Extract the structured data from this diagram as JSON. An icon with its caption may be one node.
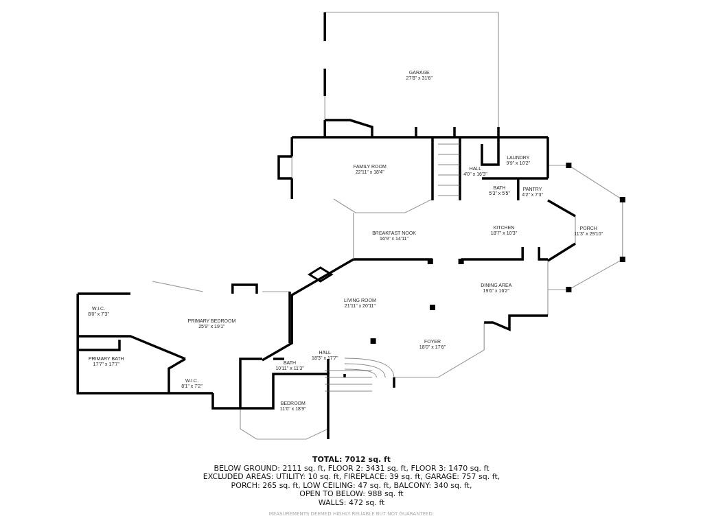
{
  "diagram": {
    "labels": [
      "GARAGE",
      "27'8\" x 31'6\"",
      "FAMILY ROOM",
      "22'11\" x 18'4\"",
      "HALL",
      "4'0\" x 16'3\"",
      "LAUNDRY",
      "9'9\" x 10'2\"",
      "BATH",
      "5'3\" x 5'5\"",
      "PANTRY",
      "4'2\" x 7'3\"",
      "PORCH",
      "11'3\" x 29'10\"",
      "BREAKFAST NOOK",
      "16'9\" x 14'11\"",
      "KITCHEN",
      "18'7\" x 10'3\"",
      "DINING AREA",
      "19'6\" x 16'2\"",
      "LIVING ROOM",
      "21'11\" x 20'11\"",
      "W.I.C.",
      "8'0\" x 7'3\"",
      "PRIMARY BEDROOM",
      "25'9\" x 19'1\"",
      "FOYER",
      "18'0\" x 17'6\"",
      "HALL",
      "18'3\" x 17'7\"",
      "PRIMARY BATH",
      "17'7\" x 17'7\"",
      "BATH",
      "10'11\" x 11'3\"",
      "W.I.C.",
      "8'1\" x 7'2\"",
      "BEDROOM",
      "11'0\" x 18'9\"",
      "TOTAL: 7012 sq. ft",
      "BELOW GROUND: 2111 sq. ft, FLOOR 2: 3431 sq. ft, FLOOR 3: 1470 sq. ft",
      "EXCLUDED AREAS: UTILITY: 10 sq. ft, FIREPLACE: 39 sq. ft, GARAGE: 757 sq. ft,",
      "PORCH: 265 sq. ft, LOW CEILING: 47 sq. ft, BALCONY: 340 sq. ft,",
      "OPEN TO BELOW: 988 sq. ft",
      "WALLS: 472 sq. ft",
      "MEASUREMENTS DEEMED HIGHLY RELIABLE BUT NOT GUARANTEED."
    ]
  }
}
